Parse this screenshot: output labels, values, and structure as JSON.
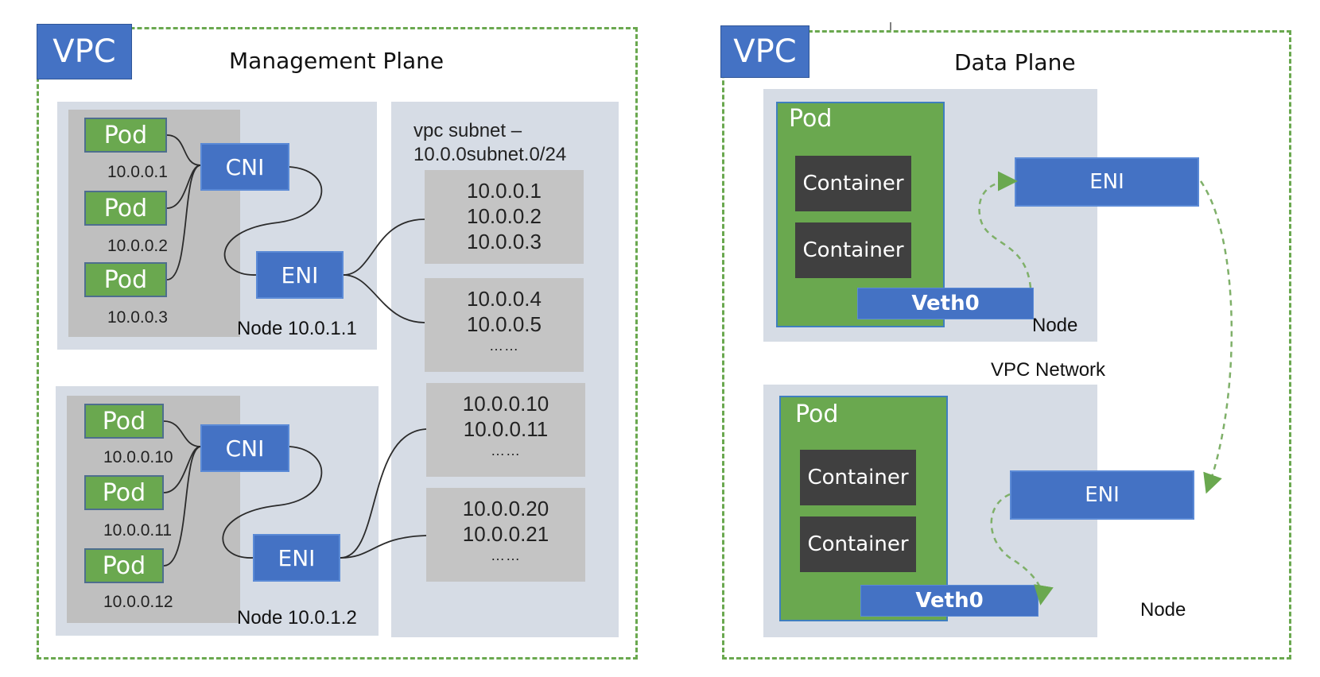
{
  "management_plane": {
    "vpc_badge": "VPC",
    "title": "Management Plane",
    "nodes": [
      {
        "label": "Node 10.0.1.1",
        "cni_label": "CNI",
        "eni_label": "ENI",
        "pods": [
          {
            "label": "Pod",
            "ip": "10.0.0.1"
          },
          {
            "label": "Pod",
            "ip": "10.0.0.2"
          },
          {
            "label": "Pod",
            "ip": "10.0.0.3"
          }
        ]
      },
      {
        "label": "Node 10.0.1.2",
        "cni_label": "CNI",
        "eni_label": "ENI",
        "pods": [
          {
            "label": "Pod",
            "ip": "10.0.0.10"
          },
          {
            "label": "Pod",
            "ip": "10.0.0.11"
          },
          {
            "label": "Pod",
            "ip": "10.0.0.12"
          }
        ]
      }
    ],
    "subnet": {
      "title_line1": "vpc subnet  –",
      "title_line2": "10.0.0subnet.0/24",
      "groups": [
        {
          "ips": [
            "10.0.0.1",
            "10.0.0.2",
            "10.0.0.3"
          ],
          "more": ""
        },
        {
          "ips": [
            "10.0.0.4",
            "10.0.0.5"
          ],
          "more": "……"
        },
        {
          "ips": [
            "10.0.0.10",
            "10.0.0.11"
          ],
          "more": "……"
        },
        {
          "ips": [
            "10.0.0.20",
            "10.0.0.21"
          ],
          "more": "……"
        }
      ]
    }
  },
  "data_plane": {
    "vpc_badge": "VPC",
    "title": "Data Plane",
    "network_label": "VPC Network",
    "nodes": [
      {
        "label": "Node",
        "pod_label": "Pod",
        "containers": [
          "Container",
          "Container"
        ],
        "veth_label": "Veth0",
        "eni_label": "ENI"
      },
      {
        "label": "Node",
        "pod_label": "Pod",
        "containers": [
          "Container",
          "Container"
        ],
        "veth_label": "Veth0",
        "eni_label": "ENI"
      }
    ]
  },
  "colors": {
    "vpc_blue": "#4472c4",
    "pod_green": "#6aa84f",
    "dashed_green": "#6aa84f",
    "node_bg": "#d6dce5",
    "gray_bg": "#bfbfbf",
    "container_dark": "#404040"
  }
}
